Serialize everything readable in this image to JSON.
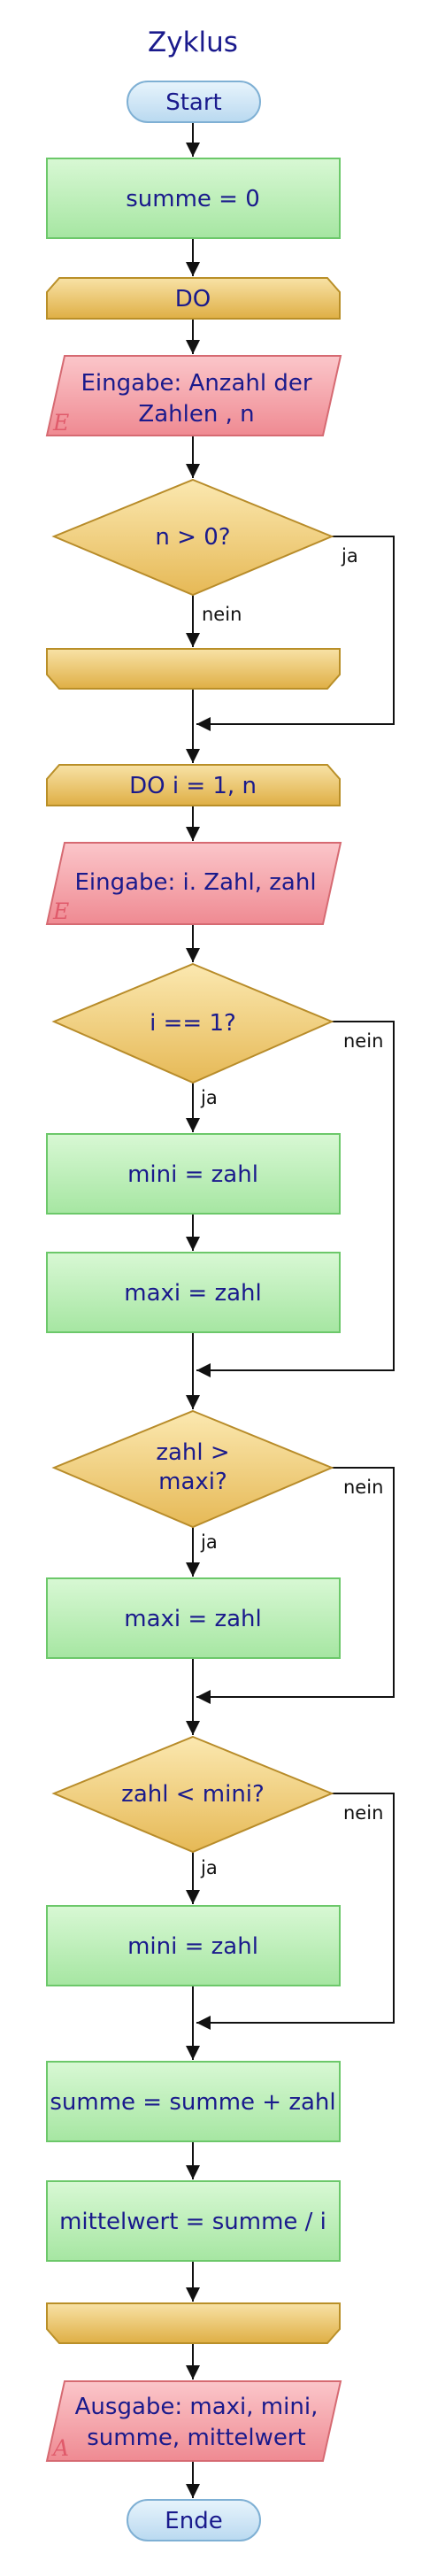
{
  "title": "Zyklus",
  "nodes": {
    "start": "Start",
    "init_sum": "summe = 0",
    "do_outer": "DO",
    "input_count": [
      "Eingabe: Anzahl der",
      "Zahlen , n"
    ],
    "input_count_mark": "E",
    "cond_n": "n > 0?",
    "do_inner": "DO i = 1, n",
    "input_number": "Eingabe: i. Zahl, zahl",
    "input_number_mark": "E",
    "cond_first": "i == 1?",
    "set_mini_first": "mini = zahl",
    "set_maxi_first": "maxi = zahl",
    "cond_max": [
      "zahl >",
      "maxi?"
    ],
    "set_maxi": "maxi = zahl",
    "cond_min": "zahl < mini?",
    "set_mini": "mini = zahl",
    "add_sum": "summe = summe + zahl",
    "calc_mean": "mittelwert = summe / i",
    "output": [
      "Ausgabe: maxi, mini,",
      "summe, mittelwert"
    ],
    "output_mark": "A",
    "end": "Ende"
  },
  "edge_labels": {
    "cond_n_yes": "ja",
    "cond_n_no": "nein",
    "cond_first_no": "nein",
    "cond_first_yes": "ja",
    "cond_max_no": "nein",
    "cond_max_yes": "ja",
    "cond_min_no": "nein",
    "cond_min_yes": "ja"
  },
  "colors": {
    "process_fill": "#b9f0b6",
    "process_stroke": "#6cc86a",
    "loop_fill": "#f0cc72",
    "loop_stroke": "#b98f28",
    "decision_fill": "#f3d47a",
    "decision_stroke": "#b88c2a",
    "io_fill": "#f7a4aa",
    "io_stroke": "#d66a72",
    "terminal_fill": "#cfe7f7",
    "terminal_stroke": "#7fb0d4",
    "text": "#1a1a8c"
  }
}
